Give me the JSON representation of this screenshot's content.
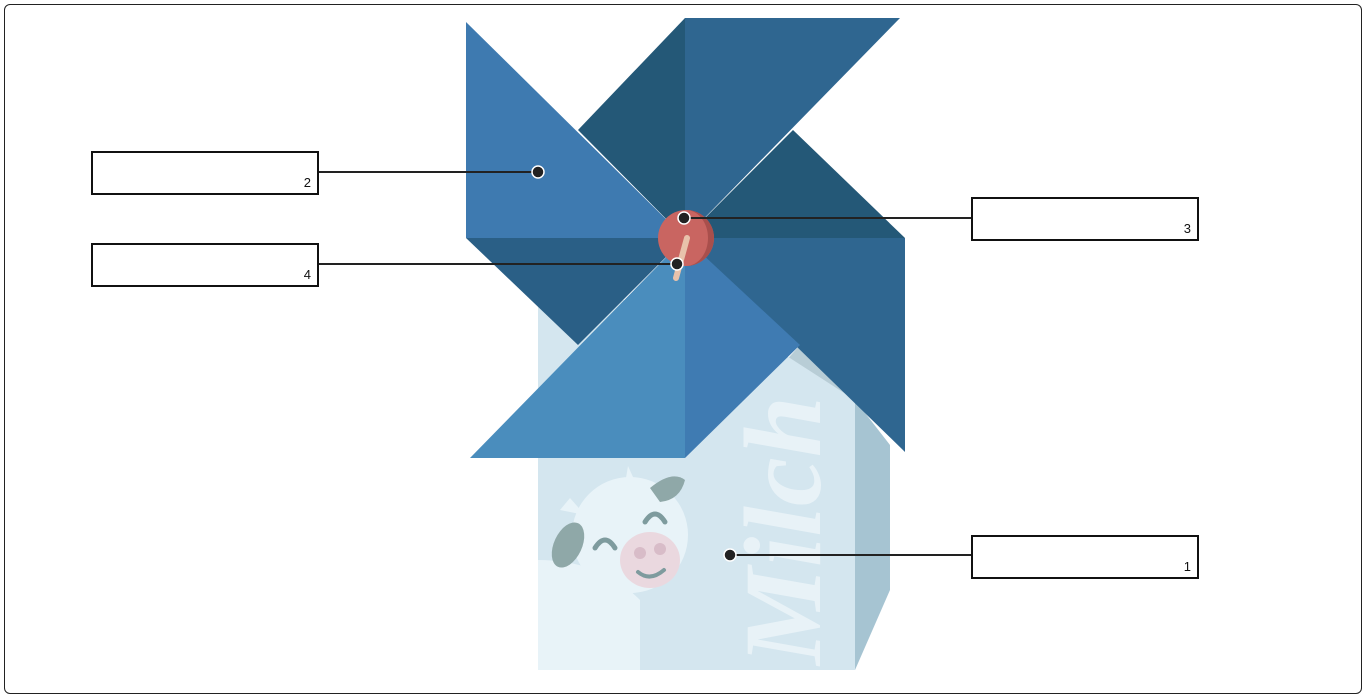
{
  "colors": {
    "blade_light": "#4a8dbd",
    "blade_mid": "#3e7ab0",
    "blade_dark": "#2a5f86",
    "blade_darker": "#245877",
    "pin": "#c96561",
    "carton_front": "#d4e6ef",
    "carton_side": "#a6c4d2",
    "leader_line": "#222222"
  },
  "carton": {
    "text": "Milch"
  },
  "labels": [
    {
      "number": "1"
    },
    {
      "number": "2"
    },
    {
      "number": "3"
    },
    {
      "number": "4"
    }
  ]
}
